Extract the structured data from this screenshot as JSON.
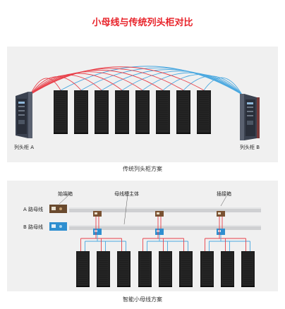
{
  "title": "小母线与传统列头柜对比",
  "traditional": {
    "caption": "传统列头柜方案",
    "cabinet_a_label": "列头柜 A",
    "cabinet_b_label": "列头柜 B",
    "rack_count": 8
  },
  "smart_busway": {
    "caption": "智能小母线方案",
    "start_box_label": "始端箱",
    "trunk_label": "母线槽主体",
    "plug_box_label": "插接箱",
    "busway_a_label": "A 路母线",
    "busway_b_label": "B 路母线",
    "rack_count": 9
  },
  "colors": {
    "title": "#e8242b",
    "a_feed": "#e8404a",
    "b_feed": "#4aa8e0",
    "rack": "#1e1e1e",
    "panel": "#f0f0f0"
  }
}
